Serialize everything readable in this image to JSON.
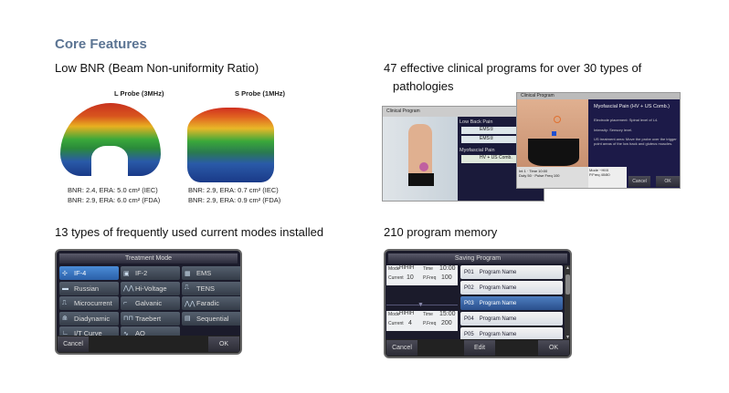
{
  "title": "Core Features",
  "bnr": {
    "caption": "Low BNR (Beam Non-uniformity Ratio)",
    "l_probe": {
      "label": "L Probe (3MHz)",
      "line1": "BNR: 2.4, ERA: 5.0 cm² (IEC)",
      "line2": "BNR: 2.9, ERA: 6.0 cm² (FDA)"
    },
    "s_probe": {
      "label": "S Probe (1MHz)",
      "line1": "BNR: 2.9, ERA: 0.7 cm² (IEC)",
      "line2": "BNR: 2.9, ERA: 0.9 cm² (FDA)"
    }
  },
  "clinical": {
    "caption1": "47 effective clinical programs for over 30 types of",
    "caption2": "pathologies",
    "back": {
      "title": "Clinical Program",
      "group1": "Low Back Pain",
      "item1": "EMS①",
      "item2": "EMS②",
      "group2": "Myofascial Pain",
      "item3": "HV + US Comb."
    },
    "front": {
      "title": "Clinical Program",
      "heading": "Myofascial Pain (HV + US Comb.)",
      "p1": "Electrode placement: Spinal level of L4.",
      "p2": "Intensity: Sensory level.",
      "p3": "US treatment area: Move the probe over the trigger point areas of the low back and gluteus muscles.",
      "mode_label": "Mode",
      "mode_value": "~HIIII",
      "freq_label": "P.Freq",
      "freq_value": "40/80",
      "int_label": "Int",
      "int_value": "1",
      "time_label": "Time",
      "time_value": "10:00",
      "duty_label": "Duty",
      "duty_value": "50",
      "pfreq2_label": "Pulse Freq",
      "pfreq2_value": "100",
      "cancel": "Cancel",
      "ok": "OK"
    }
  },
  "modes": {
    "caption": "13 types of frequently used current modes installed",
    "header": "Treatment Mode",
    "items": [
      {
        "label": "IF-4",
        "icon": "✣",
        "selected": true
      },
      {
        "label": "IF-2",
        "icon": "▣"
      },
      {
        "label": "EMS",
        "icon": "▦"
      },
      {
        "label": "Russian",
        "icon": "▬"
      },
      {
        "label": "Hi-Voltage",
        "icon": "⋀⋀"
      },
      {
        "label": "TENS",
        "icon": "⎍"
      },
      {
        "label": "Microcurrent",
        "icon": "⎍"
      },
      {
        "label": "Galvanic",
        "icon": "⌐"
      },
      {
        "label": "Faradic",
        "icon": "⋀⋀"
      },
      {
        "label": "Diadynamic",
        "icon": "⋒"
      },
      {
        "label": "Traebert",
        "icon": "⊓⊓"
      },
      {
        "label": "Sequential",
        "icon": "▤"
      },
      {
        "label": "I/T Curve",
        "icon": "∟"
      },
      {
        "label": "AQ",
        "icon": "∿"
      }
    ],
    "cancel": "Cancel",
    "ok": "OK"
  },
  "memory": {
    "caption": "210 program memory",
    "header": "Saving Program",
    "box1": {
      "mode_label": "Mode",
      "mode": "HIHIH",
      "time_label": "Time",
      "time": "10:00",
      "current_label": "Current",
      "current": "10",
      "freq_label": "P.Freq",
      "freq": "100"
    },
    "box2": {
      "mode_label": "Mode",
      "mode": "HIHIH",
      "time_label": "Time",
      "time": "15:00",
      "current_label": "Current",
      "current": "4",
      "freq_label": "P.Freq",
      "freq": "200"
    },
    "programs": [
      {
        "id": "P01",
        "name": "Program Name"
      },
      {
        "id": "P02",
        "name": "Program Name"
      },
      {
        "id": "P03",
        "name": "Program Name",
        "selected": true
      },
      {
        "id": "P04",
        "name": "Program Name"
      },
      {
        "id": "P05",
        "name": "Program Name"
      }
    ],
    "cancel": "Cancel",
    "edit": "Edit",
    "ok": "OK"
  }
}
